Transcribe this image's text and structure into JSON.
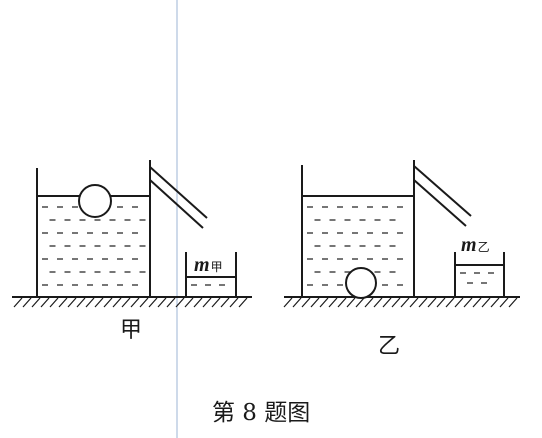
{
  "figure": {
    "left": {
      "label": "甲",
      "mass_symbol": "m",
      "mass_subscript": "甲",
      "ball_state": "floating"
    },
    "right": {
      "label": "乙",
      "mass_symbol": "m",
      "mass_subscript": "乙",
      "ball_state": "sunk"
    },
    "caption": "第 8 题图"
  },
  "colors": {
    "ink": "#1a1a1a",
    "divider": "#9db4d6"
  }
}
